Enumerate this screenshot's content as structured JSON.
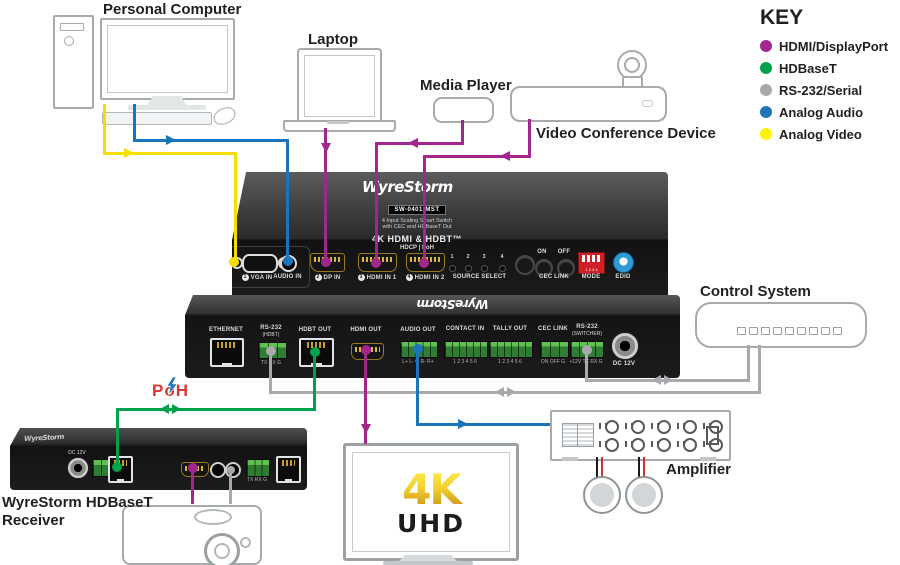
{
  "key": {
    "title": "KEY",
    "items": [
      {
        "label": "HDMI/DisplayPort",
        "color": "#A3268F"
      },
      {
        "label": "HDBaseT",
        "color": "#00A14B"
      },
      {
        "label": "RS-232/Serial",
        "color": "#A7A9AC"
      },
      {
        "label": "Analog Audio",
        "color": "#1B75BB"
      },
      {
        "label": "Analog Video",
        "color": "#FFF200"
      }
    ]
  },
  "labels": {
    "personal_computer": "Personal Computer",
    "laptop": "Laptop",
    "media_player": "Media Player",
    "video_conference": "Video Conference Device",
    "control_system": "Control System",
    "amplifier": "Amplifier",
    "receiver_line1": "WyreStorm HDBaseT",
    "receiver_line2": "Receiver",
    "poh": "PoH"
  },
  "tv": {
    "line1": "4K",
    "line2": "UHD"
  },
  "switcher_front": {
    "brand": "WyreStorm",
    "model": "SW-0401-MST",
    "tagline1": "4 Input Scaling Smart Switch",
    "tagline2": "with CEC and HDBaseT Out",
    "features1": "4K HDMI & HDBT™",
    "features2": "HDCP | PoH",
    "inputs": [
      {
        "num": "1",
        "label": "VGA IN"
      },
      {
        "num": "",
        "label": "AUDIO IN"
      },
      {
        "num": "2",
        "label": "DP IN"
      },
      {
        "num": "3",
        "label": "HDMI IN 1"
      },
      {
        "num": "4",
        "label": "HDMI IN 2"
      }
    ],
    "source_select": "SOURCE SELECT",
    "source_nums": [
      "1",
      "2",
      "3",
      "4"
    ],
    "cec_on": "ON",
    "cec_off": "OFF",
    "cec_link": "CEC LINK",
    "mode": "MODE",
    "mode_pins": "1 2 3 4",
    "edid": "EDID"
  },
  "switcher_rear": {
    "brand": "WyreStorm",
    "ports": [
      {
        "label": "ETHERNET",
        "sub": "",
        "pins": ""
      },
      {
        "label": "RS-232",
        "sub": "(HDBT)",
        "pins": "TX RX G"
      },
      {
        "label": "HDBT OUT",
        "sub": "",
        "pins": ""
      },
      {
        "label": "HDMI OUT",
        "sub": "",
        "pins": ""
      },
      {
        "label": "AUDIO OUT",
        "sub": "",
        "pins": "L+ L- G R- R+"
      },
      {
        "label": "CONTACT IN",
        "sub": "",
        "pins": "1 2 3 4 5 6"
      },
      {
        "label": "TALLY OUT",
        "sub": "",
        "pins": "1 2 3 4 5 6"
      },
      {
        "label": "CEC LINK",
        "sub": "",
        "pins": "ON OFF G"
      },
      {
        "label": "RS-232",
        "sub": "(SWITCHER)",
        "pins": "+12V TX RX G"
      },
      {
        "label": "DC 12V",
        "sub": "",
        "pins": ""
      }
    ]
  },
  "receiver": {
    "brand": "WyreStorm",
    "dc_label": "DC 12V",
    "rs232_pins": "TX RX G"
  }
}
